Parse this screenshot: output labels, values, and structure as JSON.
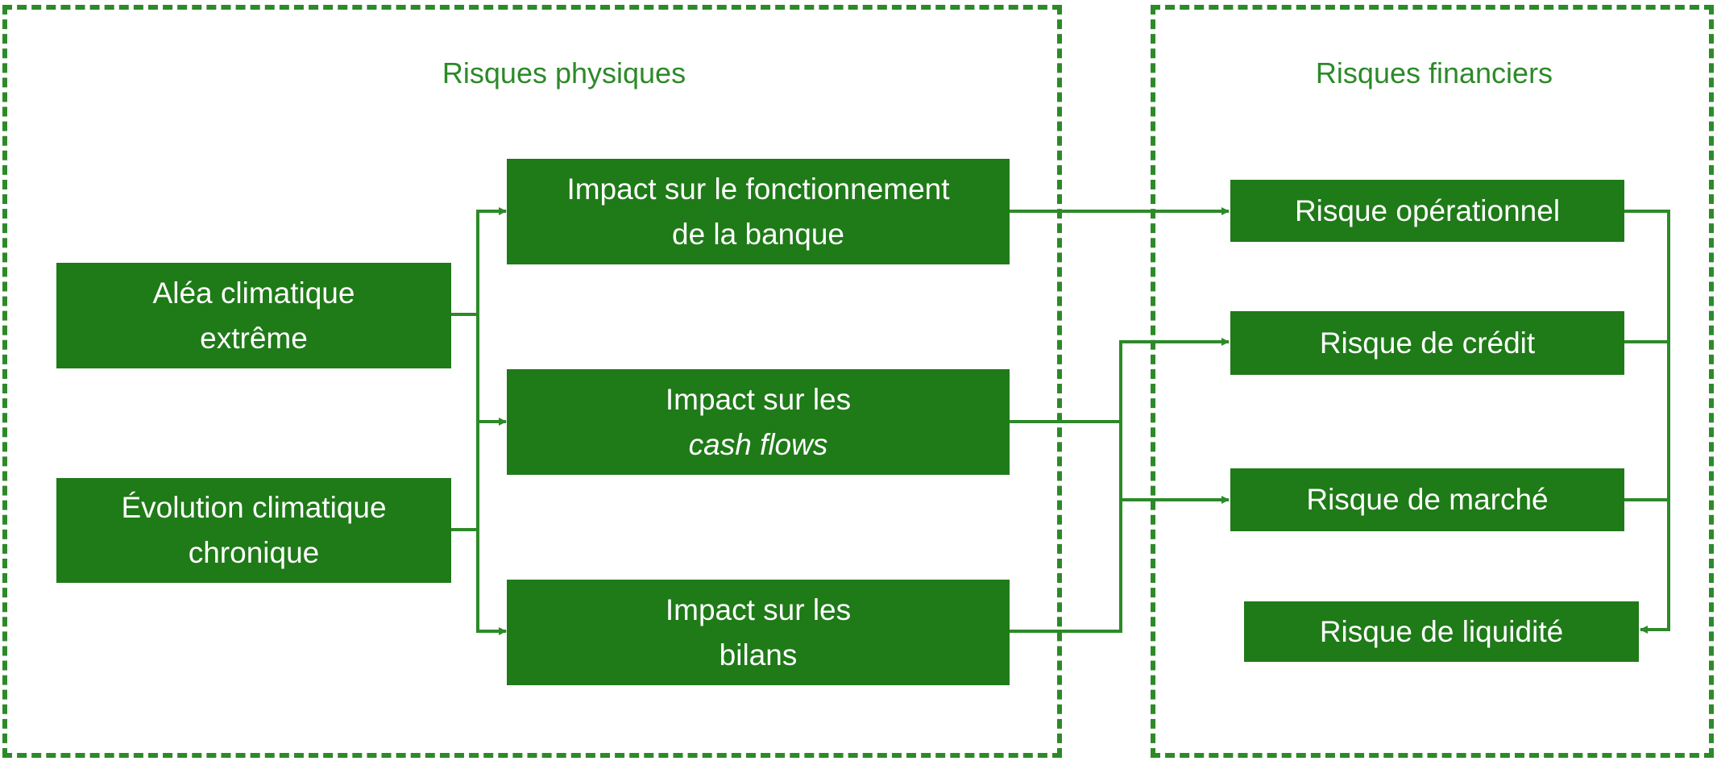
{
  "panels": {
    "physical_title": "Risques physiques",
    "financial_title": "Risques financiers"
  },
  "nodes": {
    "alea": [
      "Aléa climatique",
      "extrême"
    ],
    "evolution": [
      "Évolution climatique",
      "chronique"
    ],
    "impact_fonctionnement": [
      "Impact sur le fonctionnement",
      "de la banque"
    ],
    "impact_cash_flows": [
      "Impact sur les",
      "cash flows"
    ],
    "impact_bilans": [
      "Impact sur les",
      "bilans"
    ],
    "risque_operationnel": "Risque opérationnel",
    "risque_credit": "Risque de crédit",
    "risque_marche": "Risque de marché",
    "risque_liquidite": "Risque de liquidité"
  },
  "colors": {
    "box_fill": "#1f7a18",
    "line": "#2c8a28",
    "text_on_box": "#ffffff"
  }
}
